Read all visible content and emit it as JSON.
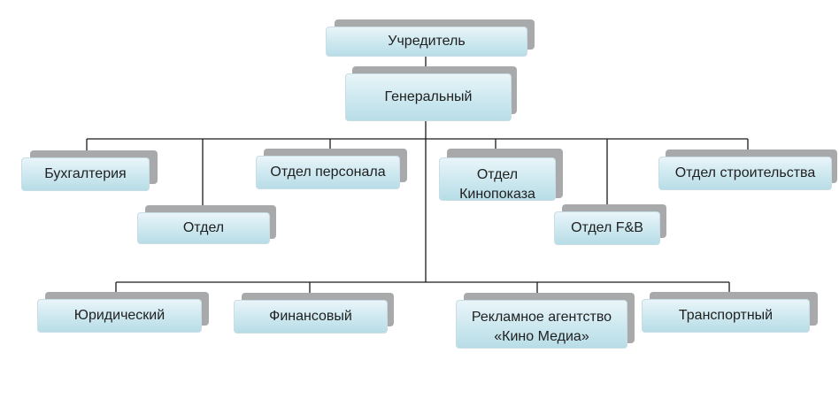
{
  "diagram": {
    "founder": "Учредитель",
    "general": "Генеральный",
    "row1": {
      "accounting": "Бухгалтерия",
      "personnel": "Отдел персонала",
      "cinema": "Отдел\nКинопоказа",
      "construction": "Отдел строительства"
    },
    "row2": {
      "dept": "Отдел",
      "fb": "Отдел F&B"
    },
    "row3": {
      "legal": "Юридический",
      "finance": "Финансовый",
      "agency": "Рекламное агентство\n«Кино Медиа»",
      "transport": "Транспортный"
    }
  },
  "colors": {
    "box_top": "#e9f5f9",
    "box_bottom": "#b8dde7",
    "shadow": "#a8a9ab",
    "line": "#1a1a1a"
  }
}
